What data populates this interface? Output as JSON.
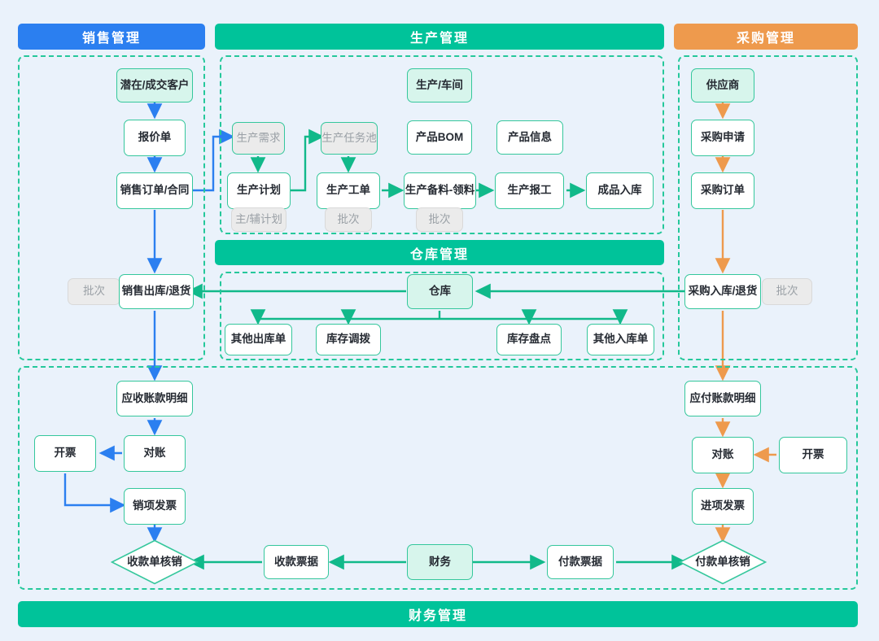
{
  "colors": {
    "background": "#eaf2fb",
    "sales_accent": "#2b7ff0",
    "production_accent": "#00c39a",
    "purchase_accent": "#ee9a4d",
    "node_border": "#35c79c",
    "node_fill": "#ffffff",
    "node_fill_teal": "#d7f5ec",
    "node_fill_muted": "#ebebeb",
    "muted_text": "#9aa0a6"
  },
  "banners": {
    "sales": "销售管理",
    "production": "生产管理",
    "purchase": "采购管理",
    "warehouse": "仓库管理",
    "finance": "财务管理"
  },
  "sales": {
    "customer": "潜在/成交客户",
    "quotation": "报价单",
    "sales_order": "销售订单/合同",
    "sales_outbound": "销售出库/退货",
    "batch": "批次"
  },
  "production": {
    "workshop": "生产/车间",
    "demand": "生产需求",
    "task_pool": "生产任务池",
    "product_bom": "产品BOM",
    "product_info": "产品信息",
    "plan": "生产计划",
    "work_order": "生产工单",
    "material_prep": "生产备料-领料",
    "report_work": "生产报工",
    "finished_inbound": "成品入库",
    "plan_tag": "主/辅计划",
    "order_tag": "批次",
    "material_tag": "批次"
  },
  "purchase": {
    "supplier": "供应商",
    "requisition": "采购申请",
    "order": "采购订单",
    "inbound": "采购入库/退货",
    "batch": "批次"
  },
  "warehouse": {
    "hub": "仓库",
    "other_outbound": "其他出库单",
    "transfer": "库存调拨",
    "stocktake": "库存盘点",
    "other_inbound": "其他入库单"
  },
  "finance": {
    "receivable_detail": "应收账款明细",
    "recon_left": "对账",
    "invoice_left": "开票",
    "output_invoice": "销项发票",
    "receipt_writeoff": "收款单核销",
    "receipt_voucher": "收款票据",
    "finance_hub": "财务",
    "payment_voucher": "付款票据",
    "payment_writeoff": "付款单核销",
    "payable_detail": "应付账款明细",
    "recon_right": "对账",
    "invoice_right": "开票",
    "input_invoice": "进项发票"
  }
}
